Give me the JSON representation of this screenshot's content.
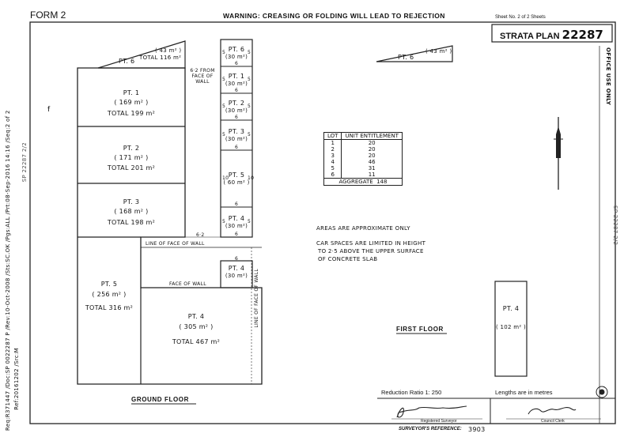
{
  "header": {
    "form": "FORM 2",
    "warning": "WARNING: CREASING OR FOLDING WILL LEAD TO REJECTION",
    "sheet_label": "Sheet No.",
    "sheet_no": "2",
    "sheet_of": "of",
    "sheet_total": "2",
    "sheet_word": "Sheets",
    "plan_title": "STRATA PLAN",
    "plan_no": "22287"
  },
  "margin": {
    "left_stamp": "Req:R371447 /Doc:SP 0022287 P /Rev:10-Oct-2008 /Sts:SC.OK /Pgs:ALL /Prt:08-Sep-2016 14:16 /Seq:2 of 2",
    "left_ref": "Ref:20161202 /Src:M",
    "left_mark": "f",
    "office_use": "OFFICE USE ONLY",
    "side_ref_left": "SP 22287 2/2",
    "side_ref_right": "SP 22287 2/2"
  },
  "ground": {
    "title": "GROUND FLOOR",
    "pt6": {
      "label": "PT. 6",
      "area": "( 43 m² )",
      "total": "TOTAL 116 m²"
    },
    "pt1": {
      "label": "PT. 1",
      "area": "( 169 m² )",
      "total": "TOTAL 199 m²"
    },
    "pt2": {
      "label": "PT. 2",
      "area": "( 171 m² )",
      "total": "TOTAL 201 m²"
    },
    "pt3": {
      "label": "PT. 3",
      "area": "( 168 m² )",
      "total": "TOTAL 198 m²"
    },
    "pt5": {
      "label": "PT. 5",
      "area": "( 256 m² )",
      "total": "TOTAL 316 m²"
    },
    "pt4": {
      "label": "PT. 4",
      "area": "( 305 m² )",
      "total": "TOTAL 467 m²"
    },
    "note_face_wall": "6·2 FROM FACE OF WALL",
    "line_face_wall": "LINE OF FACE OF WALL",
    "face_wall": "FACE OF WALL",
    "line_face_wall_vert": "LINE OF FACE OF WALL",
    "dim_62": "6·2",
    "car_spaces": [
      {
        "label": "PT. 6",
        "area": "(30 m²)"
      },
      {
        "label": "PT. 1",
        "area": "(30 m²)"
      },
      {
        "label": "PT. 2",
        "area": "(30 m²)"
      },
      {
        "label": "PT. 3",
        "area": "(30 m²)"
      },
      {
        "label": "PT. 5",
        "area": "( 60 m² )"
      },
      {
        "label": "PT. 4",
        "area": "(30 m²)"
      }
    ],
    "car_space_pt4b": {
      "label": "PT. 4",
      "area": "(30 m²)"
    },
    "dim6": "6",
    "dim5": "5",
    "dim10": "10"
  },
  "first": {
    "title": "FIRST FLOOR",
    "pt6": {
      "label": "PT. 6",
      "area": "( 43 m² )"
    },
    "pt4": {
      "label": "PT. 4",
      "area": "( 102 m² )"
    }
  },
  "unit_entitlement": {
    "headers": [
      "LOT",
      "UNIT ENTITLEMENT"
    ],
    "rows": [
      [
        "1",
        "20"
      ],
      [
        "2",
        "20"
      ],
      [
        "3",
        "20"
      ],
      [
        "4",
        "46"
      ],
      [
        "5",
        "31"
      ],
      [
        "6",
        "11"
      ]
    ],
    "aggregate_label": "AGGREGATE",
    "aggregate_value": "148"
  },
  "notes": {
    "areas": "AREAS ARE APPROXIMATE ONLY",
    "car1": "CAR SPACES ARE LIMITED IN HEIGHT",
    "car2": "TO 2·5 ABOVE THE UPPER SURFACE",
    "car3": "OF CONCRETE SLAB"
  },
  "footer": {
    "reduction": "Reduction Ratio 1: 250",
    "lengths": "Lengths are in metres",
    "registered_surveyor": "Registered Surveyor",
    "council_clerk": "Council Clerk",
    "surveyor_ref_label": "SURVEYOR'S REFERENCE:",
    "surveyor_ref": "3903"
  }
}
